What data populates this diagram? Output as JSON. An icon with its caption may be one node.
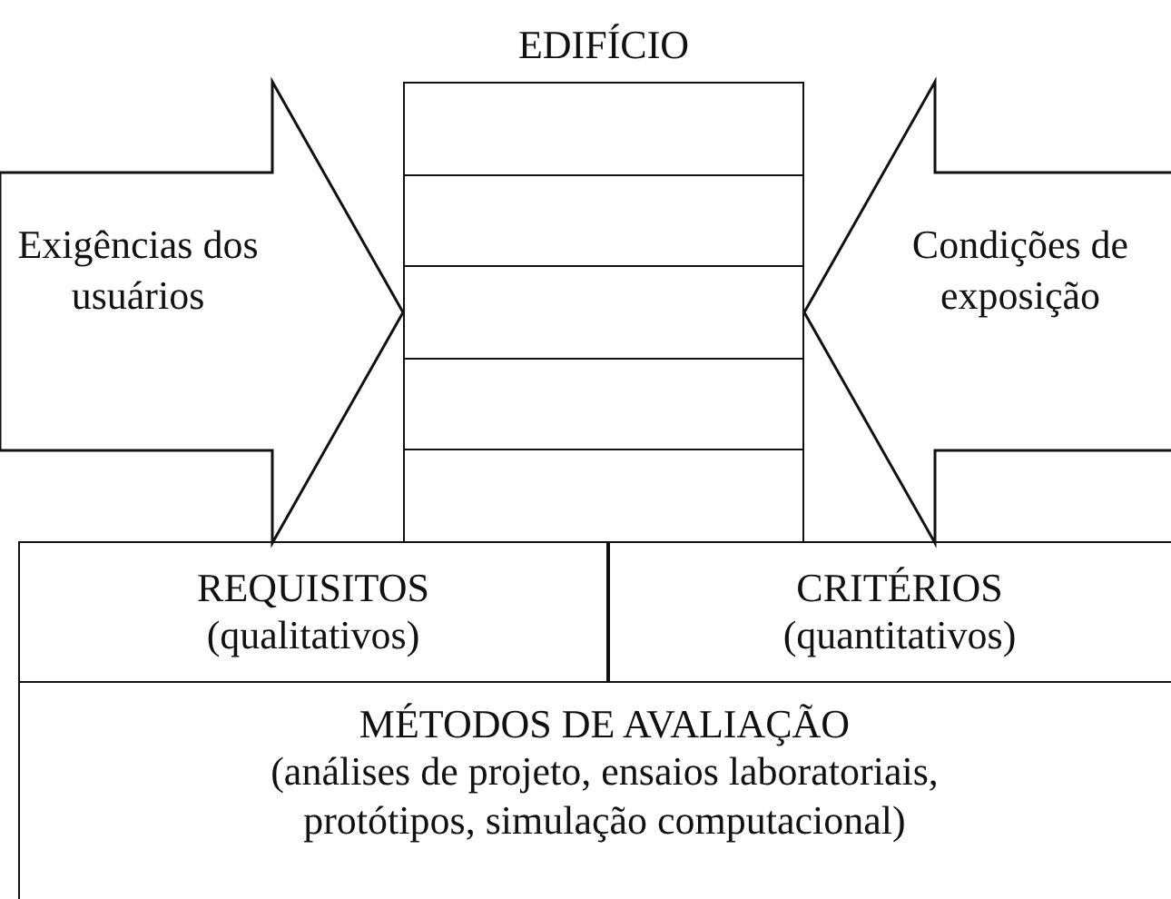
{
  "diagram": {
    "nodes": [
      {
        "text": [
          "Exigências dos usuários"
        ]
      },
      {
        "text": [
          "EDIFÍCIO"
        ]
      },
      {
        "text": [
          "Condições de exposição"
        ]
      },
      {
        "text": [
          "REQUISITOS",
          "(qualitativos)"
        ]
      },
      {
        "text": [
          "CRITÉRIOS",
          "(quantitativos)"
        ]
      },
      {
        "text": [
          "MÉTODOS DE AVALIAÇÃO",
          "(análises de projeto, ensaios laboratoriais, protótipos, simulação computacional)"
        ]
      }
    ]
  }
}
